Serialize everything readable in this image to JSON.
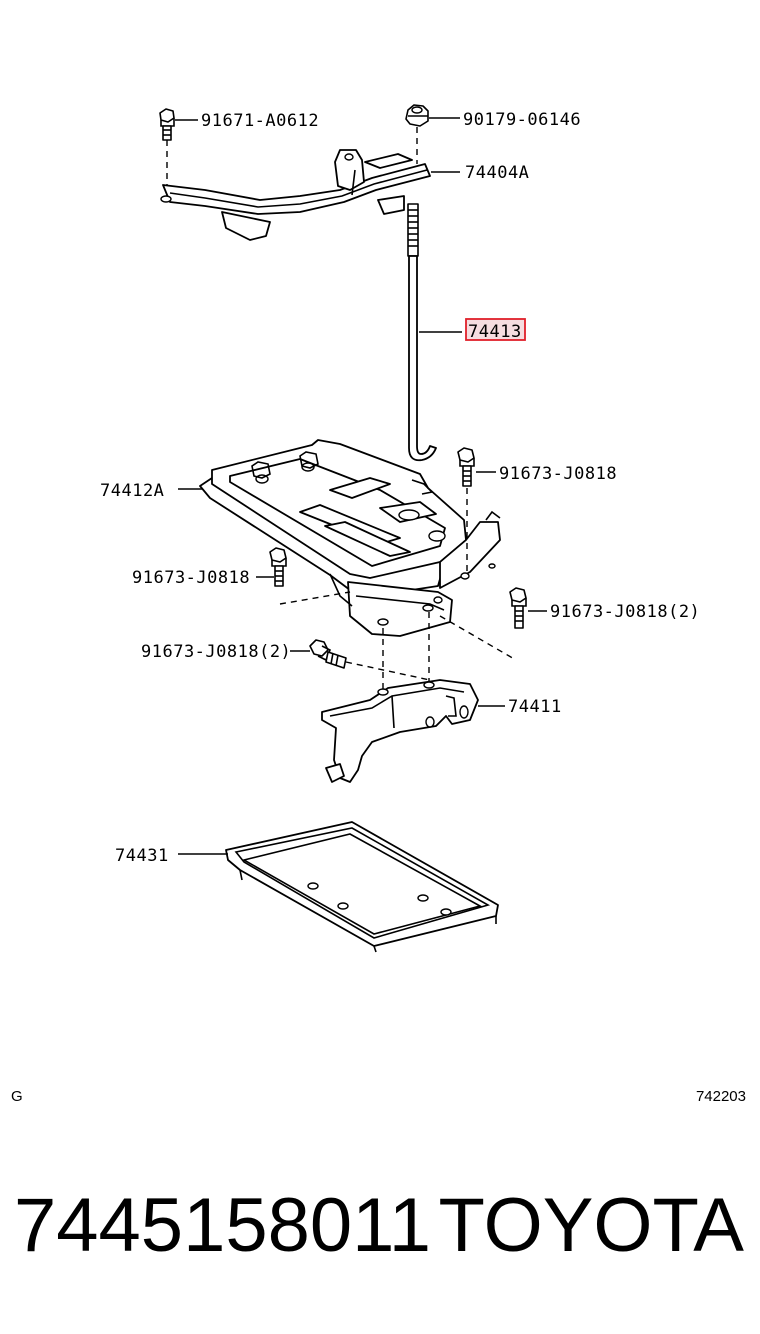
{
  "diagram": {
    "labels": {
      "bolt_top_left": "91671-A0612",
      "nut_top": "90179-06146",
      "clamp": "74404A",
      "rod": "74413",
      "bolt_mid_right": "91673-J0818",
      "tray_upper": "74412A",
      "bolt_mid_left": "91673-J0818",
      "bolt_right_2": "91673-J0818(2)",
      "bolt_left_2": "91673-J0818(2)",
      "bracket": "74411",
      "tray_lower": "74431"
    },
    "highlight_color": "#e0202a"
  },
  "footer": {
    "code_left": "G",
    "code_right": "742203",
    "part_number": "7445158011",
    "brand": "TOYOTA"
  }
}
